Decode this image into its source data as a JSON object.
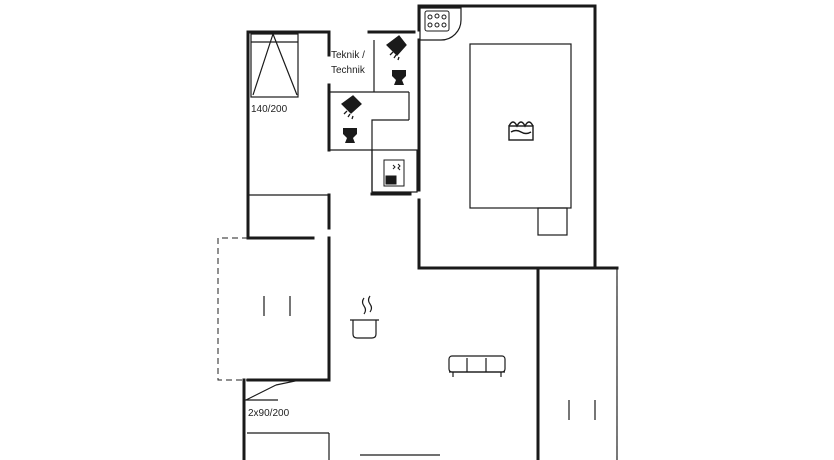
{
  "labels": {
    "technik_line1": "Teknik /",
    "technik_line2": "Technik",
    "bed_double": "140/200",
    "bed_twin": "2x90/200"
  },
  "icons": [
    "whirlpool-icon",
    "shower-icon",
    "toilet-icon",
    "sauna-icon",
    "pool-icon",
    "washing-machine-icon",
    "stove-pot-icon",
    "sofa-icon"
  ],
  "colors": {
    "line": "#1a1a1a",
    "background": "#ffffff"
  }
}
